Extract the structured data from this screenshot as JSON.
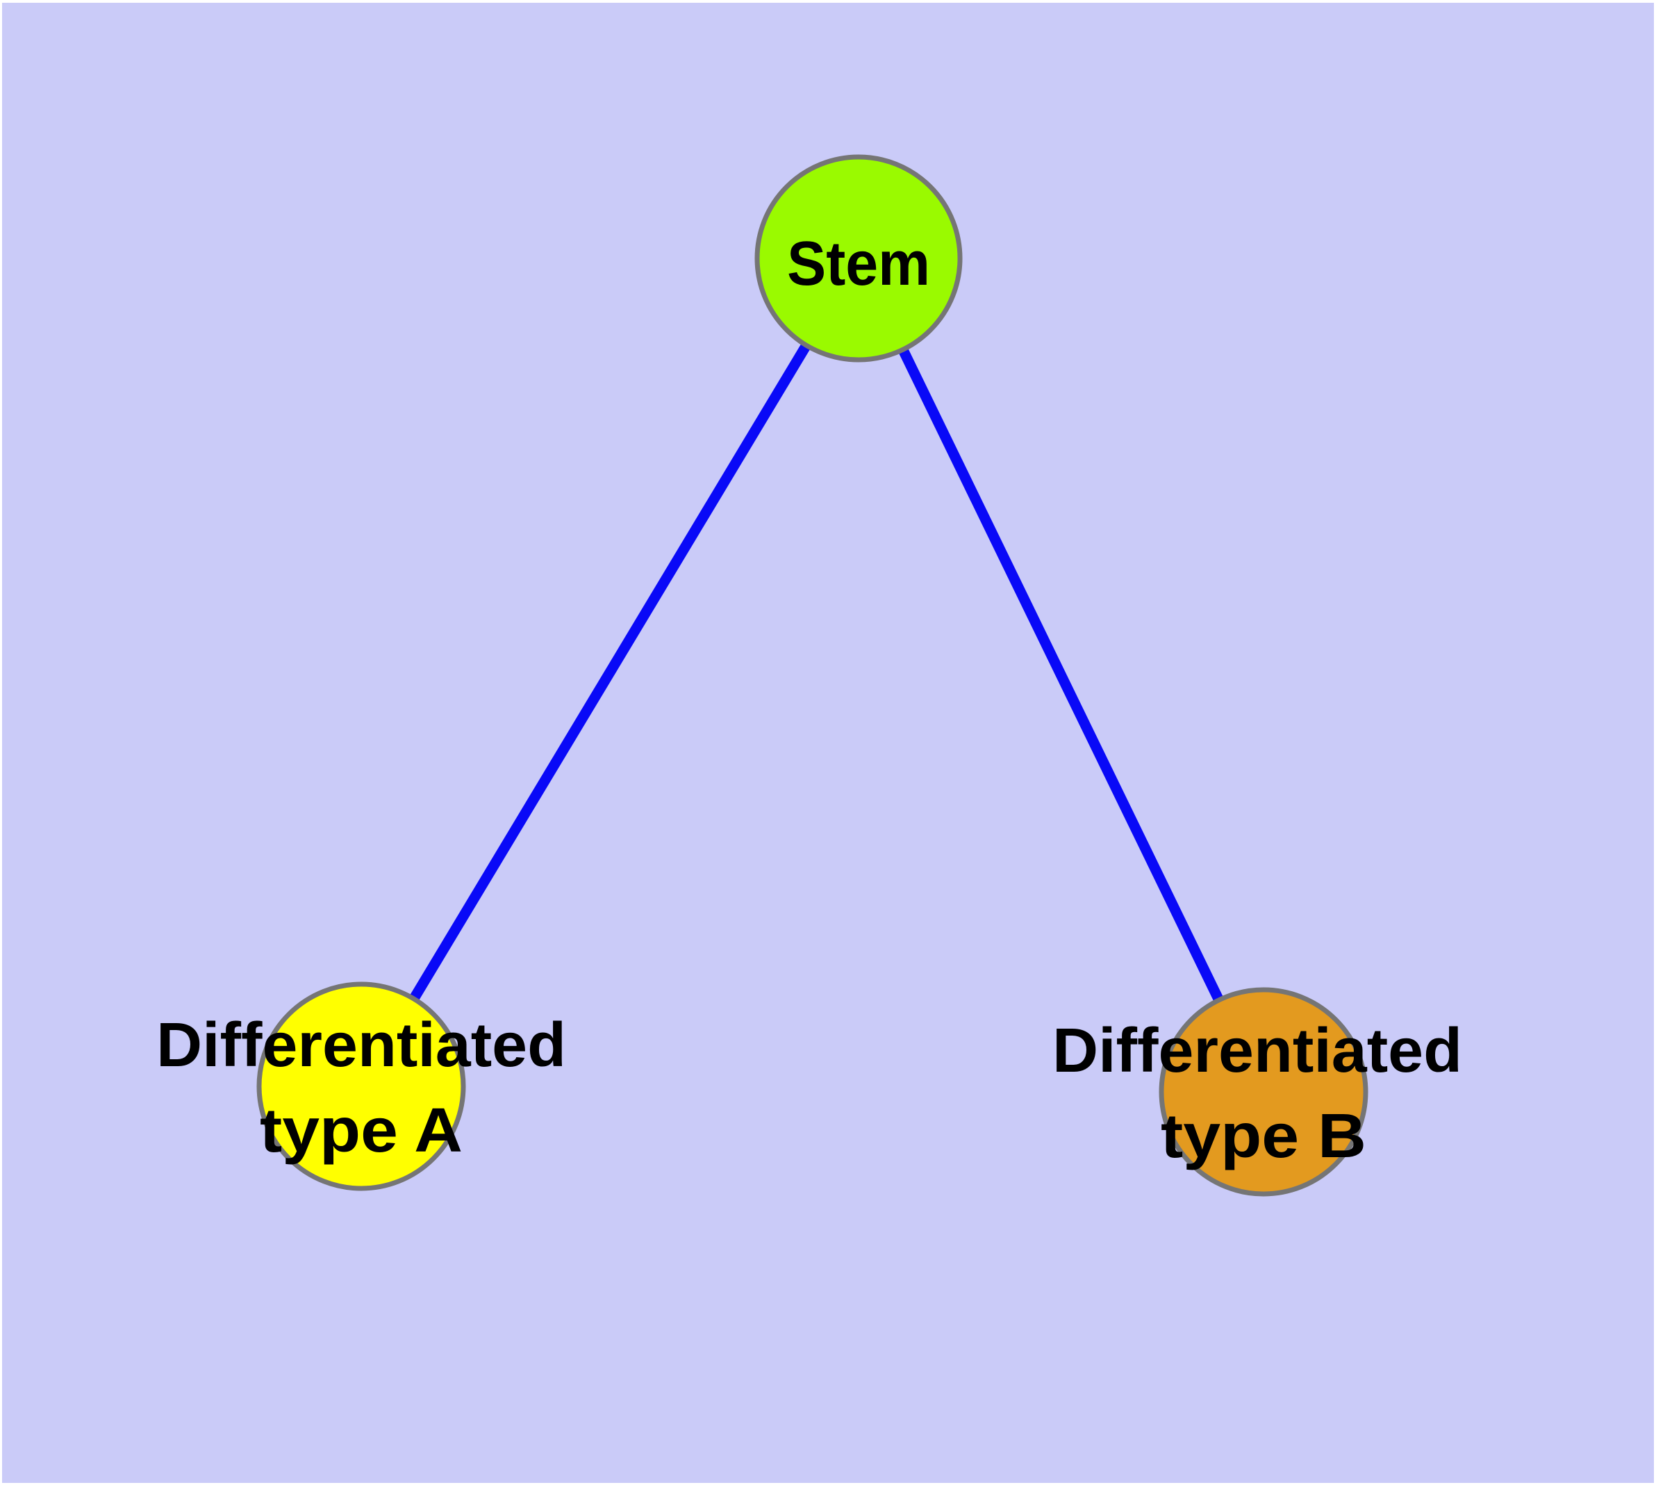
{
  "canvas": {
    "background_color": "#cacbf8",
    "margin_color": "#ffffff"
  },
  "graph": {
    "label_color": "#000000",
    "node_border_color": "#757575",
    "edges": {
      "color": "#0909f7",
      "width": 15,
      "list": [
        {
          "from": "stem",
          "to": "differentiated-type-a"
        },
        {
          "from": "stem",
          "to": "differentiated-type-b"
        }
      ]
    },
    "nodes": [
      {
        "id": "stem",
        "label": "Stem",
        "fill": "#9afa00"
      },
      {
        "id": "differentiated-type-a",
        "label_line1": "Differentiated",
        "label_line2": "type A",
        "fill": "#ffff00"
      },
      {
        "id": "differentiated-type-b",
        "label_line1": "Differentiated",
        "label_line2": "type B",
        "fill": "#e39a1f"
      }
    ]
  }
}
